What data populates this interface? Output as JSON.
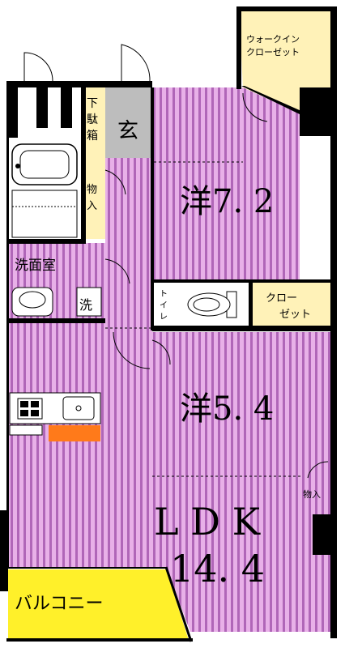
{
  "colors": {
    "room_fill": "#e8b0e8",
    "room_stripe": "#b066b8",
    "closet_fill": "#fff2b8",
    "balcony_fill": "#fff02a",
    "entrance_fill": "#bdbdbd",
    "wall": "#000000",
    "counter_accent": "#ff7a1a"
  },
  "rooms": {
    "walk_in_closet": [
      "ウォークイン",
      "クローゼット"
    ],
    "entrance": "玄",
    "shoe_box": [
      "下",
      "駄",
      "箱"
    ],
    "storage_upper": [
      "物",
      "入"
    ],
    "western_room_1": {
      "kanji": "洋",
      "size": "7. 2"
    },
    "washroom": "洗面室",
    "washer": "洗",
    "toilet": [
      "ト",
      "イ",
      "レ"
    ],
    "closet": [
      "クロー",
      "ゼット"
    ],
    "western_room_2": {
      "kanji": "洋",
      "size": "5. 4"
    },
    "storage_lower": "物入",
    "ldk": {
      "name": "L D K",
      "size": "14. 4"
    },
    "balcony": "バルコニー"
  },
  "icons": {
    "bathtub": "bathtub-icon",
    "toilet": "toilet-icon",
    "sink": "washbasin-icon",
    "washer": "washing-machine-icon",
    "stove": "stove-icon",
    "kitchen_sink": "kitchen-sink-icon"
  }
}
